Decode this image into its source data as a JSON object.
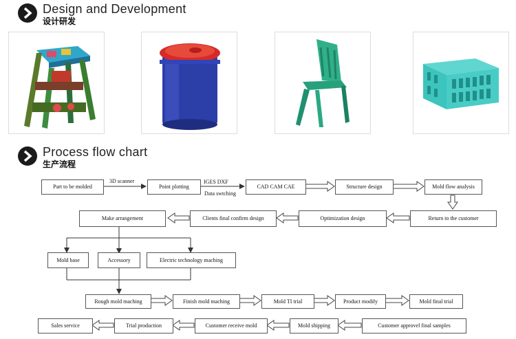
{
  "sections": [
    {
      "title": "Design and Development",
      "subtitle": "设计研发"
    },
    {
      "title": "Process flow chart",
      "subtitle": "生产流程"
    }
  ],
  "products": [
    "stool-image",
    "bucket-image",
    "chair-image",
    "crate-image"
  ],
  "flow": {
    "part_to_be_molded": "Part to be molded",
    "point_plotting": "Point plotting",
    "cad_cam_cae": "CAD CAM CAE",
    "structure_design": "Structure design",
    "mold_flow_analysis": "Mold flow analysis",
    "return_to_customer": "Return to the customer",
    "optimization_design": "Optimization design",
    "clients_final_confirm": "Clients final confirm design",
    "make_arrangement": "Make arrangement",
    "mold_base": "Mold base",
    "accessory": "Accessory",
    "electric_technology": "Electric technology maching",
    "rough_mold": "Rough mold maching",
    "finish_mold": "Finish mold maching",
    "mold_ti_trial": "Mold TI trial",
    "product_modify": "Product modify",
    "mold_final_trial": "Mold final trial",
    "customer_approvel": "Customer approvel final samples",
    "mold_shipping": "Mold shipping",
    "customer_receive": "Customer receive mold",
    "trial_production": "Trial production",
    "sales_service": "Sales service",
    "label_3d_scanner": "3D scanner",
    "label_iges_dxf": "IGES DXF",
    "label_data_switching": "Data swtching"
  },
  "colors": {
    "box_border": "#555555",
    "arrow_fill": "#ffffff",
    "icon_bg": "#1b1b1b"
  }
}
